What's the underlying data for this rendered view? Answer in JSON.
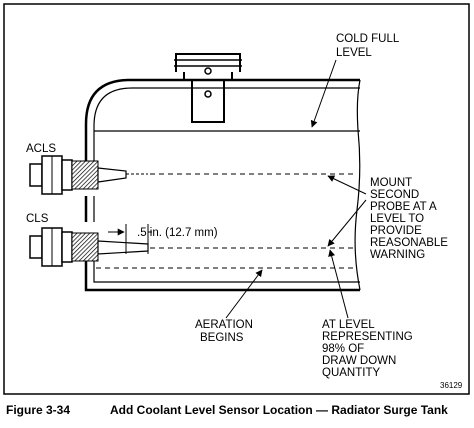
{
  "labels": {
    "cold_full_1": "COLD FULL",
    "cold_full_2": "LEVEL",
    "acls": "ACLS",
    "cls": "CLS",
    "dimension": ".5 in. (12.7 mm)",
    "mount_1": "MOUNT",
    "mount_2": "SECOND",
    "mount_3": "PROBE AT A",
    "mount_4": "LEVEL TO",
    "mount_5": "PROVIDE",
    "mount_6": "REASONABLE",
    "mount_7": "WARNING",
    "aeration_1": "AERATION",
    "aeration_2": "BEGINS",
    "atlevel_1": "AT LEVEL",
    "atlevel_2": "REPRESENTING",
    "atlevel_3": "98% OF",
    "atlevel_4": "DRAW DOWN",
    "atlevel_5": "QUANTITY",
    "figure_id": "36129"
  },
  "caption": {
    "number": "Figure 3-34",
    "title": "Add Coolant Level Sensor Location — Radiator Surge Tank"
  }
}
